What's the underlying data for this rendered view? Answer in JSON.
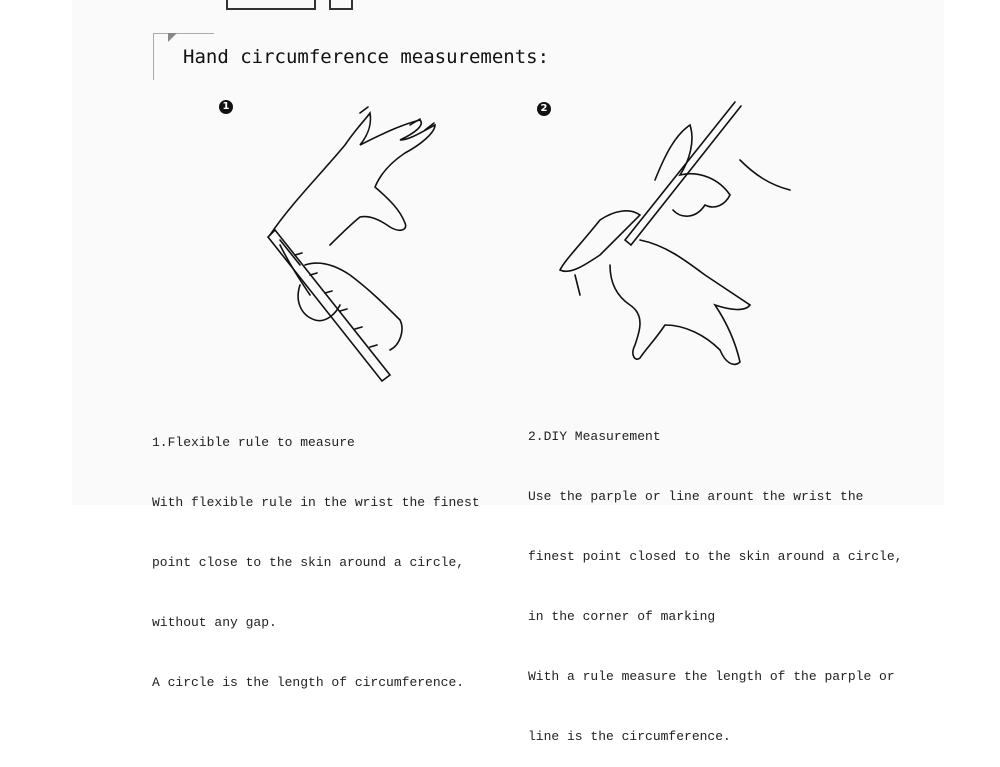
{
  "title": "Hand circumference measurements:",
  "steps": [
    {
      "number": "1",
      "lines": [
        "1.Flexible rule to measure",
        "With flexible rule in the wrist the finest",
        "point close to the skin around a circle,",
        "without any gap.",
        "A circle is the length of circumference."
      ]
    },
    {
      "number": "2",
      "lines": [
        "2.DIY Measurement",
        "Use the parple or line arount the wrist the",
        "finest point closed to the skin around a circle,",
        "in the corner of marking",
        "With a rule measure the length of the parple or",
        "line is the circumference."
      ]
    }
  ]
}
